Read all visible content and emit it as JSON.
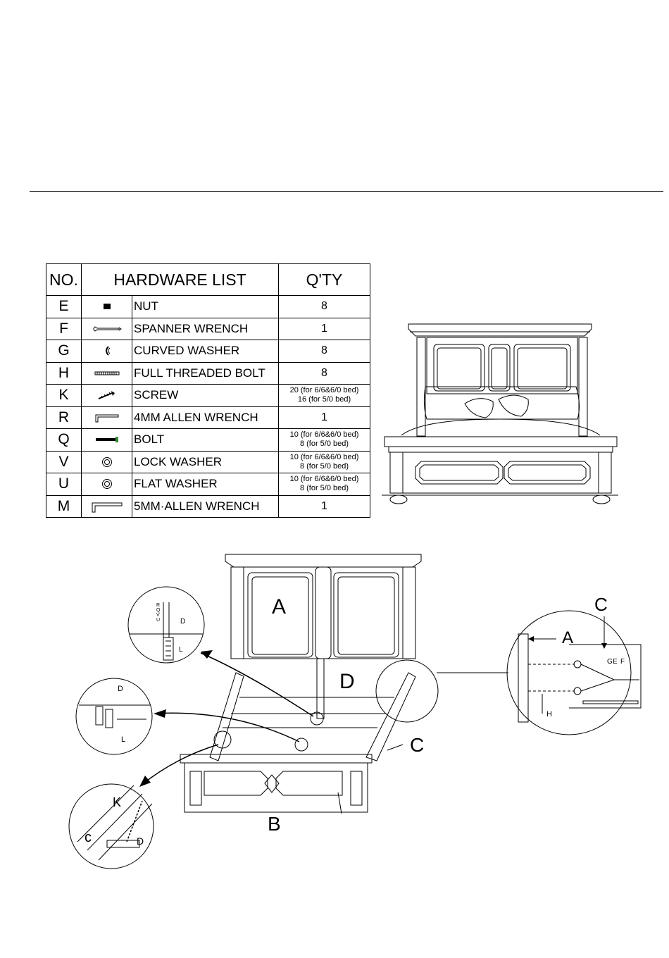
{
  "table": {
    "headers": {
      "no": "NO.",
      "list": "HARDWARE LIST",
      "qty": "Q'TY"
    },
    "rows": [
      {
        "no": "E",
        "icon": "nut-icon",
        "name": "NUT",
        "qty": "8"
      },
      {
        "no": "F",
        "icon": "spanner-wrench-icon",
        "name": "SPANNER WRENCH",
        "qty": "1"
      },
      {
        "no": "G",
        "icon": "curved-washer-icon",
        "name": "CURVED WASHER",
        "qty": "8"
      },
      {
        "no": "H",
        "icon": "threaded-bolt-icon",
        "name": "FULL THREADED BOLT",
        "qty": "8"
      },
      {
        "no": "K",
        "icon": "screw-icon",
        "name": "SCREW",
        "qty1": "20 (for 6/6&6/0 bed)",
        "qty2": "16 (for 5/0 bed)"
      },
      {
        "no": "R",
        "icon": "allen-wrench-icon",
        "name": "4MM ALLEN WRENCH",
        "qty": "1"
      },
      {
        "no": "Q",
        "icon": "bolt-icon",
        "name": "BOLT",
        "qty1": "10 (for 6/6&6/0 bed)",
        "qty2": "8  (for 5/0 bed)"
      },
      {
        "no": "V",
        "icon": "lock-washer-icon",
        "name": "LOCK WASHER",
        "qty1": "10 (for 6/6&6/0 bed)",
        "qty2": "8  (for 5/0 bed)"
      },
      {
        "no": "U",
        "icon": "flat-washer-icon",
        "name": "FLAT WASHER",
        "qty1": "10 (for 6/6&6/0 bed)",
        "qty2": "8  (for 5/0 bed)"
      },
      {
        "no": "M",
        "icon": "allen-wrench-large-icon",
        "name": "5MM·ALLEN WRENCH",
        "qty": "1"
      }
    ]
  },
  "diagram": {
    "parts": {
      "a": "A",
      "b": "B",
      "c": "C",
      "d": "D"
    },
    "detail1": {
      "r": "R",
      "q": "Q",
      "v": "V",
      "u": "U",
      "d": "D",
      "l": "L"
    },
    "detail2": {
      "d": "D",
      "l": "L"
    },
    "detail3": {
      "k": "K",
      "c": "c",
      "d": "D"
    },
    "detail4": {
      "c": "C",
      "a": "A",
      "g": "G",
      "e": "E",
      "f": "F",
      "h": "H"
    }
  }
}
